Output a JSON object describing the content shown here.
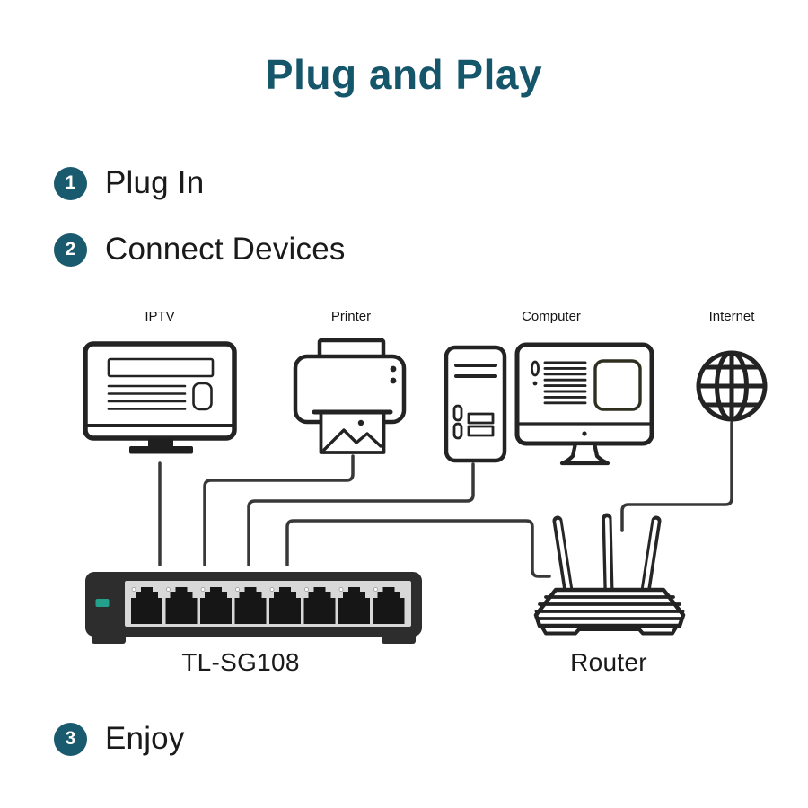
{
  "title": "Plug and Play",
  "steps": [
    {
      "number": "1",
      "label": "Plug In"
    },
    {
      "number": "2",
      "label": "Connect Devices"
    },
    {
      "number": "3",
      "label": "Enjoy"
    }
  ],
  "diagram": {
    "device_labels": {
      "iptv": "IPTV",
      "printer": "Printer",
      "computer": "Computer",
      "internet": "Internet"
    },
    "switch": {
      "model": "TL-SG108",
      "port_count": 8
    },
    "router": {
      "label": "Router"
    },
    "connections": [
      {
        "from": "IPTV",
        "to": "TL-SG108"
      },
      {
        "from": "Printer",
        "to": "TL-SG108"
      },
      {
        "from": "Computer",
        "to": "TL-SG108"
      },
      {
        "from": "TL-SG108",
        "to": "Router"
      },
      {
        "from": "Internet",
        "to": "Router"
      }
    ],
    "icons": {
      "iptv": "tv-icon",
      "printer": "printer-icon",
      "computer": "desktop-computer-icon",
      "internet": "globe-icon",
      "switch": "ethernet-switch-icon",
      "router": "wifi-router-icon"
    }
  },
  "colors": {
    "title_teal": "#15566B",
    "step_badge_teal": "#1A5A6E",
    "text_dark": "#1A1A1A",
    "wire_gray": "#383838",
    "switch_body": "#2D2D2D",
    "switch_panel": "#D8D8D8",
    "switch_led_teal": "#23A18C",
    "background": "#FFFFFF"
  }
}
